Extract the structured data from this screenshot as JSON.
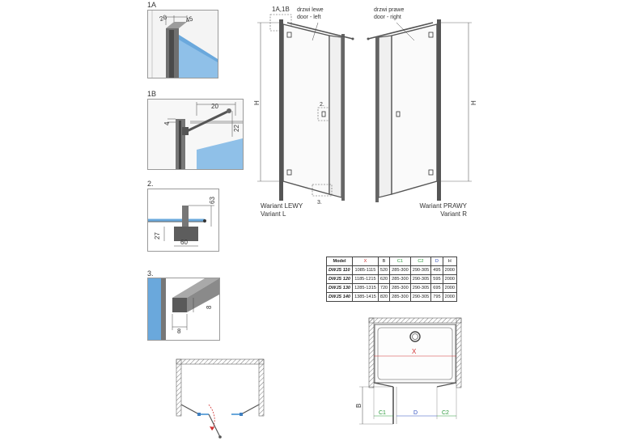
{
  "details": {
    "d1A": {
      "label": "1A",
      "dims": [
        "26",
        "45"
      ]
    },
    "d1B": {
      "label": "1B",
      "dims": [
        "20",
        "4",
        "22"
      ]
    },
    "d2": {
      "label": "2.",
      "dims": [
        "63",
        "27",
        "60"
      ]
    },
    "d3": {
      "label": "3.",
      "dims": [
        "8",
        "8"
      ]
    }
  },
  "elevation": {
    "left_door_label": [
      "drzwi lewe",
      "door - left"
    ],
    "right_door_label": [
      "drzwi prawe",
      "door - right"
    ],
    "callout_1a1b": "1A,1B",
    "callout_2": "2.",
    "callout_3": "3.",
    "height_dim": "H",
    "variant_left": [
      "Wariant LEWY",
      "Variant L"
    ],
    "variant_right": [
      "Wariant PRAWY",
      "Variant R"
    ]
  },
  "table": {
    "headers": [
      "Model",
      "X",
      "B",
      "C1",
      "C2",
      "D",
      "H"
    ],
    "header_colors": [
      "#222222",
      "#d03030",
      "#222222",
      "#2a9a3a",
      "#2a9a3a",
      "#3050c0",
      "#222222"
    ],
    "rows": [
      [
        "DWJS 110",
        "1085-1115",
        "520",
        "285-300",
        "290-305",
        "495",
        "2000"
      ],
      [
        "DWJS 120",
        "1185-1215",
        "620",
        "285-300",
        "290-305",
        "595",
        "2000"
      ],
      [
        "DWJS 130",
        "1285-1315",
        "720",
        "285-300",
        "290-305",
        "695",
        "2000"
      ],
      [
        "DWJS 140",
        "1385-1415",
        "820",
        "285-300",
        "290-305",
        "795",
        "2000"
      ]
    ]
  },
  "plan": {
    "x_label": "X",
    "b_label": "B",
    "c1_label": "C1",
    "d_label": "D",
    "c2_label": "C2"
  },
  "colors": {
    "glass": "#6aa8dc",
    "glass_dark": "#3f7fc0",
    "frame": "#555555",
    "dim_red": "#d03030",
    "dim_green": "#2a9a3a",
    "dim_blue": "#3050c0"
  }
}
